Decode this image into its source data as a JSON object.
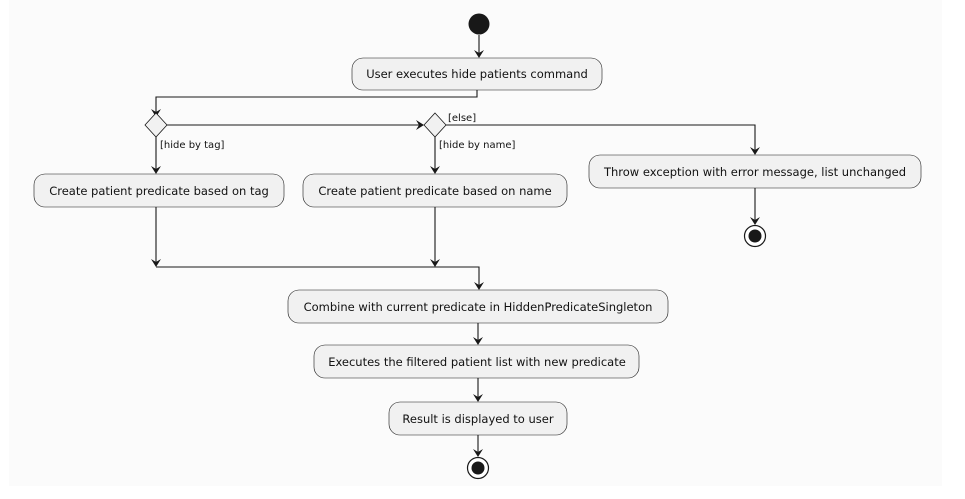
{
  "diagram": {
    "actions": {
      "hide_command": "User executes hide patients command",
      "predicate_tag": "Create patient predicate based on tag",
      "predicate_name": "Create patient predicate based on name",
      "throw_exception": "Throw exception with error message, list unchanged",
      "combine": "Combine with current predicate in HiddenPredicateSingleton",
      "execute_filter": "Executes the filtered patient list with new predicate",
      "display_result": "Result is displayed to user"
    },
    "guards": {
      "hide_by_tag": "[hide by tag]",
      "hide_by_name": "[hide by name]",
      "else": "[else]"
    }
  }
}
